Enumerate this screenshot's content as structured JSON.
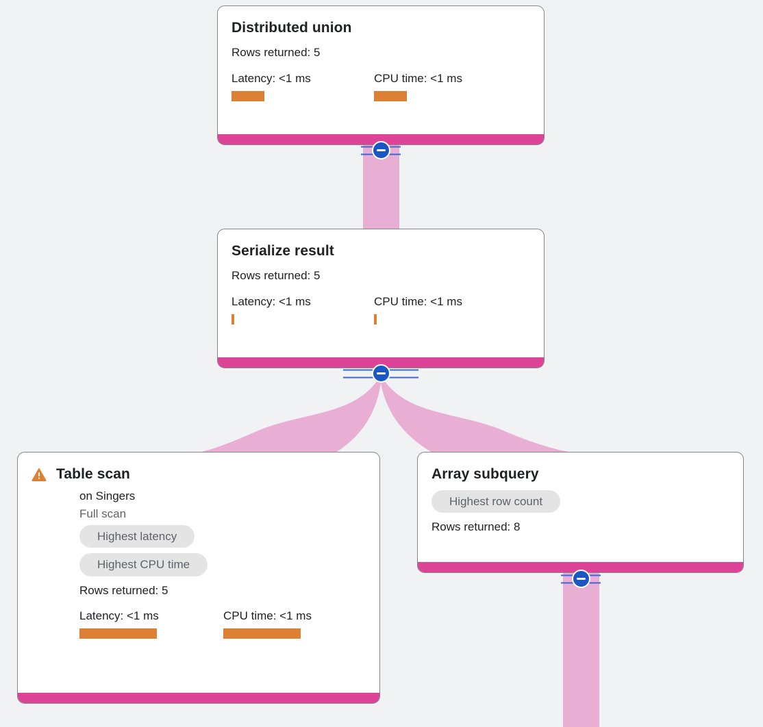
{
  "canvas": {
    "background": "#f1f2f4",
    "edge_color": "#e9aed4",
    "footer_color": "#dd4396",
    "bar_color": "#dd8033",
    "pill_bg": "#e4e4e5",
    "pill_text": "#5f6368",
    "warning_color": "#dd8033",
    "toggle_color": "#1a56c4"
  },
  "nodes": [
    {
      "id": "distributed-union",
      "title": "Distributed union",
      "rows_returned": "Rows returned: 5",
      "latency_label": "Latency: <1 ms",
      "cpu_label": "CPU time: <1 ms",
      "latency_bar_width": 48,
      "cpu_bar_width": 48
    },
    {
      "id": "serialize-result",
      "title": "Serialize result",
      "rows_returned": "Rows returned: 5",
      "latency_label": "Latency: <1 ms",
      "cpu_label": "CPU time: <1 ms",
      "latency_bar_width": 4,
      "cpu_bar_width": 4
    },
    {
      "id": "table-scan",
      "title": "Table scan",
      "warning_icon": "warning-triangle-icon",
      "on_table": "on Singers",
      "scan_type": "Full scan",
      "badges": [
        "Highest latency",
        "Highest CPU time"
      ],
      "rows_returned": "Rows returned: 5",
      "latency_label": "Latency: <1 ms",
      "cpu_label": "CPU time: <1 ms",
      "latency_bar_width": 113,
      "cpu_bar_width": 113
    },
    {
      "id": "array-subquery",
      "title": "Array subquery",
      "badges": [
        "Highest row count"
      ],
      "rows_returned": "Rows returned: 8"
    }
  ],
  "toggles": [
    {
      "id": "toggle-distributed-union",
      "icon": "minus-circle-icon",
      "state": "expanded"
    },
    {
      "id": "toggle-serialize-result",
      "icon": "minus-circle-icon",
      "state": "expanded"
    },
    {
      "id": "toggle-array-subquery",
      "icon": "minus-circle-icon",
      "state": "expanded"
    }
  ]
}
